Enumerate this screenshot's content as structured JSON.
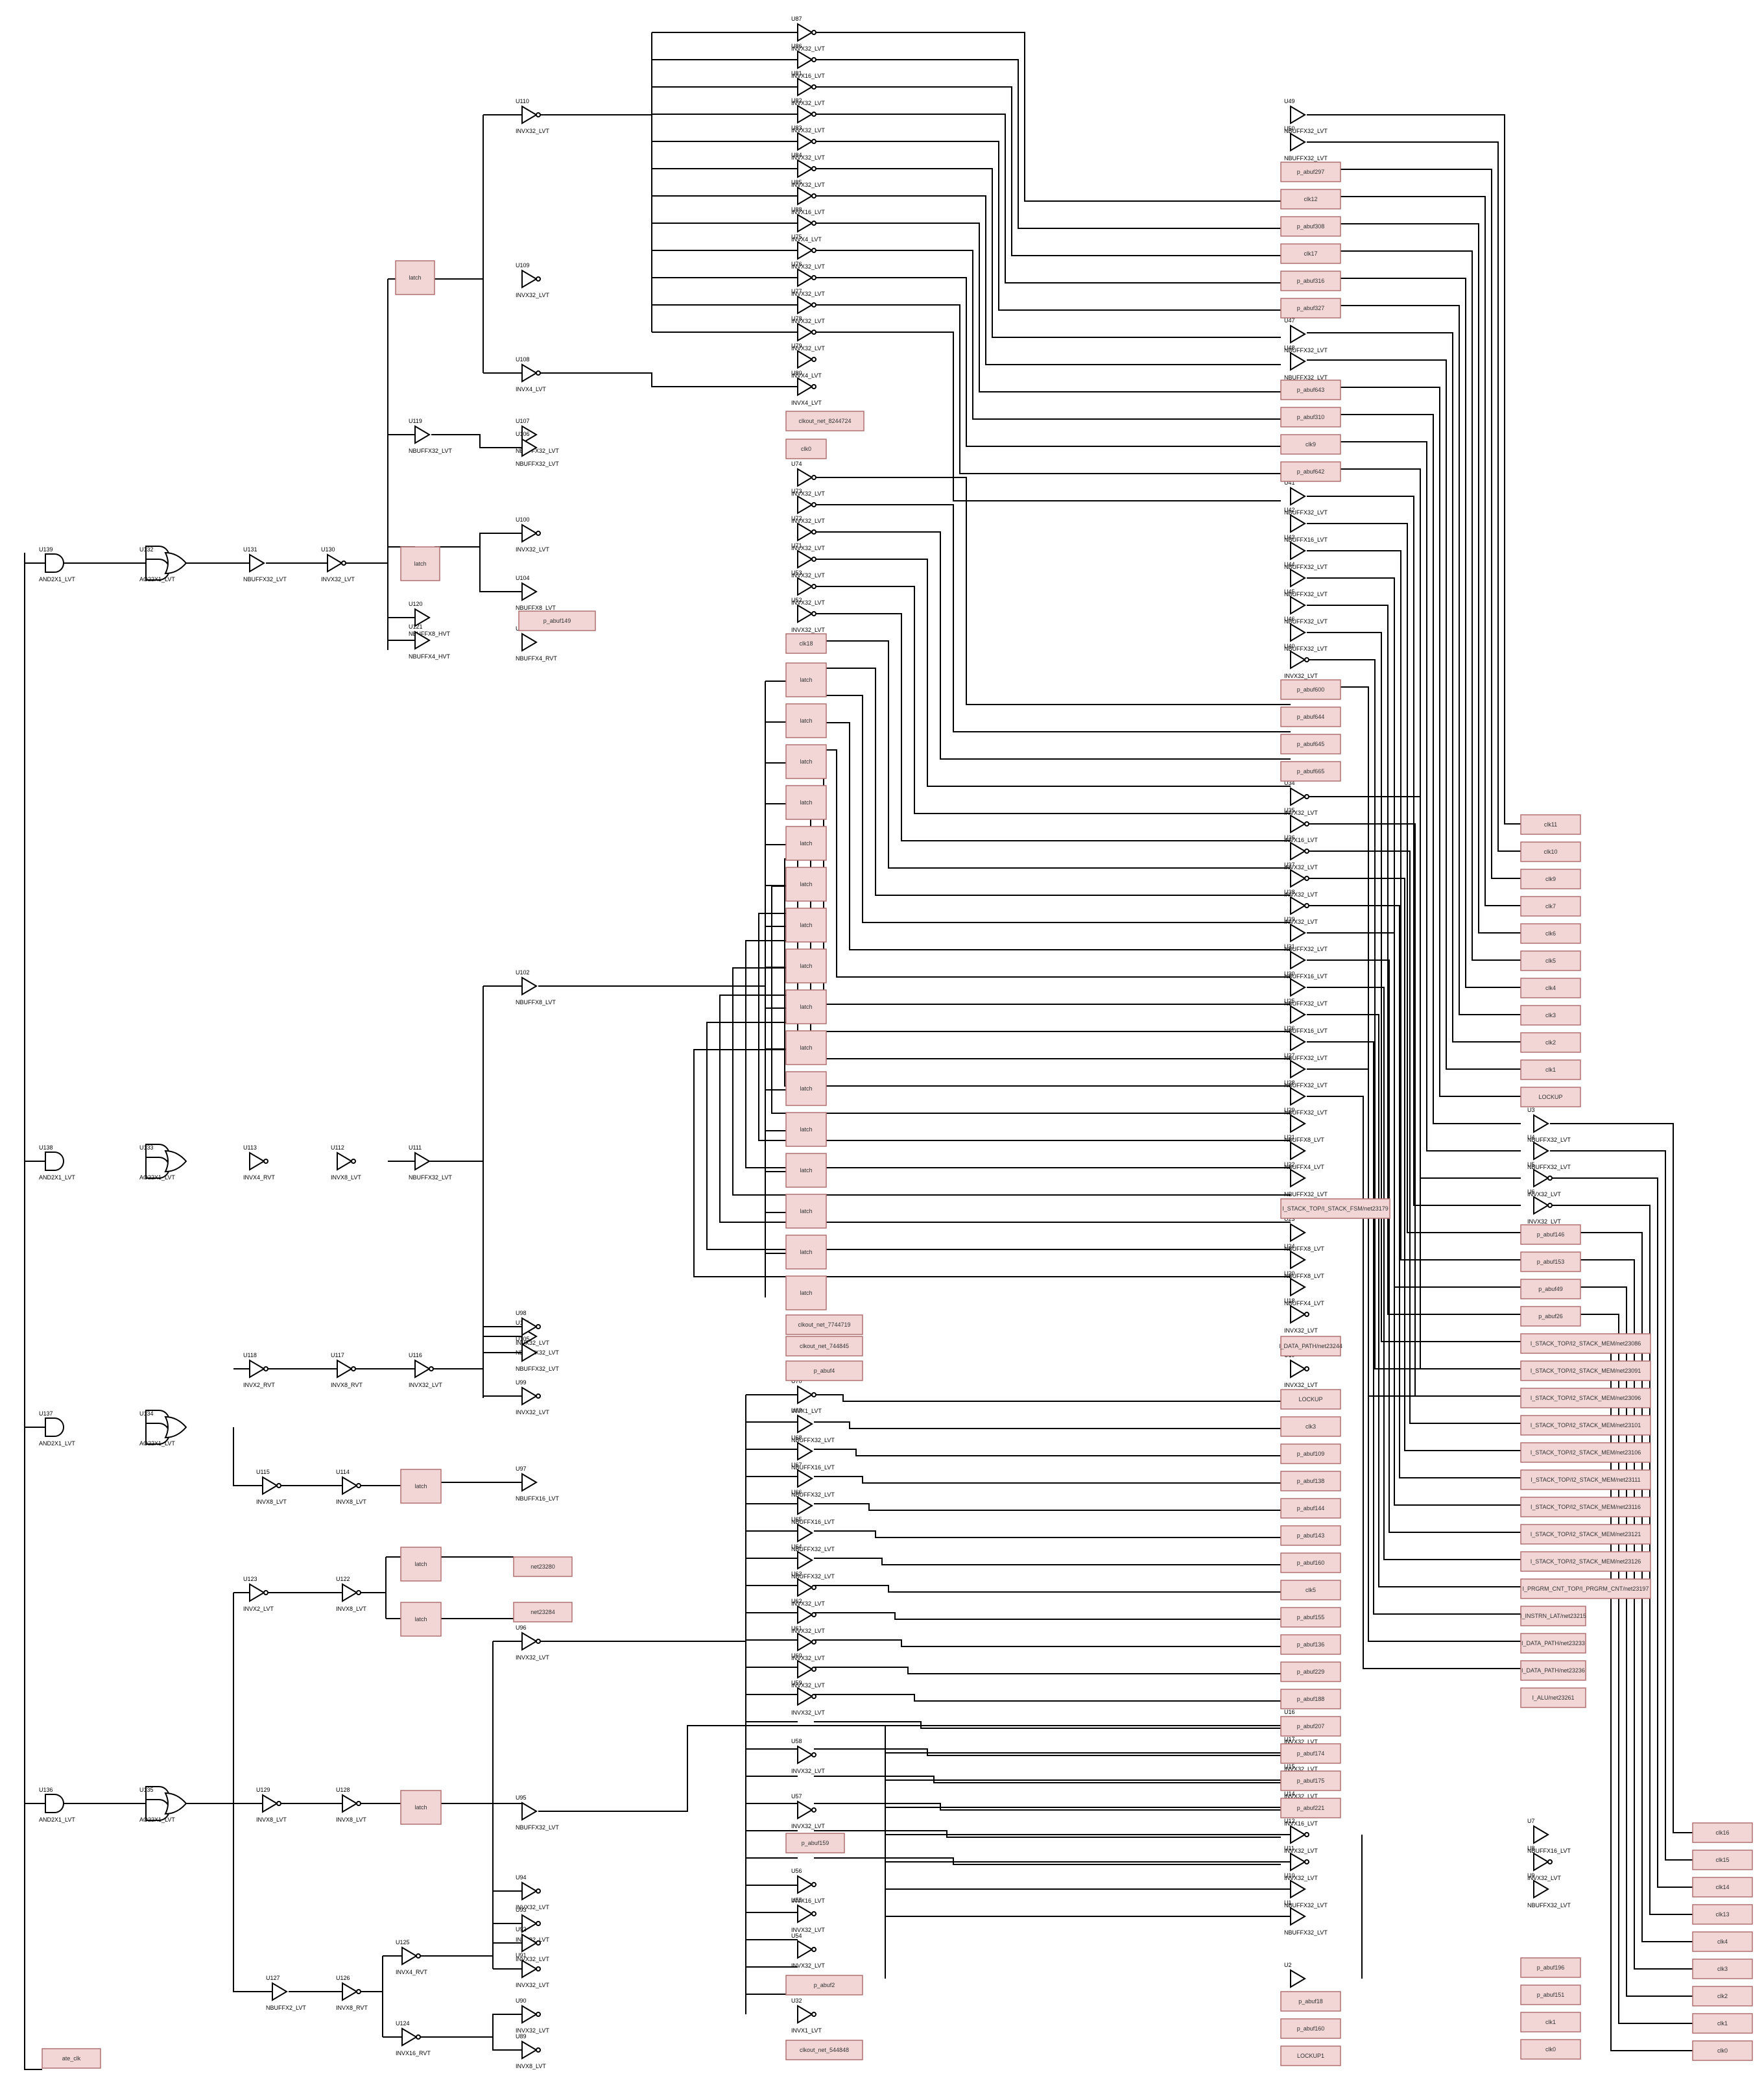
{
  "colors": {
    "background": "#ffffff",
    "wire": "#000000",
    "port_fill": "#f2d6d6",
    "port_border": "#b07070"
  },
  "gates": [
    {
      "inst": "U139",
      "cell": "AND2X1_LVT",
      "shape": "and"
    },
    {
      "inst": "U132",
      "cell": "AO22X1_LVT",
      "shape": "ao"
    },
    {
      "inst": "U131",
      "cell": "NBUFFX32_LVT",
      "shape": "buf"
    },
    {
      "inst": "U130",
      "cell": "INVX32_LVT",
      "shape": "inv"
    },
    {
      "inst": "U138",
      "cell": "AND2X1_LVT",
      "shape": "and"
    },
    {
      "inst": "U133",
      "cell": "AO22X1_LVT",
      "shape": "ao"
    },
    {
      "inst": "U113",
      "cell": "INVX4_RVT",
      "shape": "inv"
    },
    {
      "inst": "U112",
      "cell": "INVX8_LVT",
      "shape": "inv"
    },
    {
      "inst": "U111",
      "cell": "NBUFFX32_LVT",
      "shape": "buf"
    },
    {
      "inst": "U137",
      "cell": "AND2X1_LVT",
      "shape": "and"
    },
    {
      "inst": "U134",
      "cell": "AO22X1_LVT",
      "shape": "ao"
    },
    {
      "inst": "U118",
      "cell": "INVX2_RVT",
      "shape": "inv"
    },
    {
      "inst": "U117",
      "cell": "INVX8_RVT",
      "shape": "inv"
    },
    {
      "inst": "U116",
      "cell": "INVX32_LVT",
      "shape": "inv"
    },
    {
      "inst": "U115",
      "cell": "INVX8_LVT",
      "shape": "inv"
    },
    {
      "inst": "U114",
      "cell": "INVX8_LVT",
      "shape": "inv"
    },
    {
      "inst": "U123",
      "cell": "INVX2_LVT",
      "shape": "inv"
    },
    {
      "inst": "U122",
      "cell": "INVX8_LVT",
      "shape": "inv"
    },
    {
      "inst": "U136",
      "cell": "AND2X1_LVT",
      "shape": "and"
    },
    {
      "inst": "U135",
      "cell": "AO22X1_LVT",
      "shape": "ao"
    },
    {
      "inst": "U129",
      "cell": "INVX8_LVT",
      "shape": "inv"
    },
    {
      "inst": "U128",
      "cell": "INVX8_LVT",
      "shape": "inv"
    },
    {
      "inst": "U127",
      "cell": "NBUFFX2_LVT",
      "shape": "buf"
    },
    {
      "inst": "U126",
      "cell": "INVX8_RVT",
      "shape": "inv"
    },
    {
      "inst": "U125",
      "cell": "INVX4_RVT",
      "shape": "inv"
    },
    {
      "inst": "U124",
      "cell": "INVX16_RVT",
      "shape": "inv"
    },
    {
      "inst": "U110",
      "cell": "INVX32_LVT",
      "shape": "inv"
    },
    {
      "inst": "U109",
      "cell": "INVX32_LVT",
      "shape": "inv"
    },
    {
      "inst": "U108",
      "cell": "INVX4_LVT",
      "shape": "inv"
    },
    {
      "inst": "U119",
      "cell": "NBUFFX32_LVT",
      "shape": "buf"
    },
    {
      "inst": "U107",
      "cell": "NBUFFX32_LVT",
      "shape": "buf"
    },
    {
      "inst": "U106",
      "cell": "NBUFFX32_LVT",
      "shape": "buf"
    },
    {
      "inst": "U100",
      "cell": "INVX32_LVT",
      "shape": "inv"
    },
    {
      "inst": "U104",
      "cell": "NBUFFX8_LVT",
      "shape": "buf"
    },
    {
      "inst": "U120",
      "cell": "NBUFFX8_HVT",
      "shape": "buf"
    },
    {
      "inst": "U121",
      "cell": "NBUFFX4_HVT",
      "shape": "buf"
    },
    {
      "inst": "U103",
      "cell": "NBUFFX4_RVT",
      "shape": "buf"
    },
    {
      "inst": "U102",
      "cell": "NBUFFX8_LVT",
      "shape": "buf"
    },
    {
      "inst": "U101",
      "cell": "NBUFFX32_LVT",
      "shape": "buf"
    },
    {
      "inst": "U105",
      "cell": "NBUFFX32_LVT",
      "shape": "buf"
    },
    {
      "inst": "U99",
      "cell": "INVX32_LVT",
      "shape": "inv"
    },
    {
      "inst": "U98",
      "cell": "INVX32_LVT",
      "shape": "inv"
    },
    {
      "inst": "U97",
      "cell": "NBUFFX16_LVT",
      "shape": "buf"
    },
    {
      "inst": "U96",
      "cell": "INVX32_LVT",
      "shape": "inv"
    },
    {
      "inst": "U95",
      "cell": "NBUFFX32_LVT",
      "shape": "buf"
    },
    {
      "inst": "U94",
      "cell": "INVX32_LVT",
      "shape": "inv"
    },
    {
      "inst": "U93",
      "cell": "INVX32_LVT",
      "shape": "inv"
    },
    {
      "inst": "U92",
      "cell": "INVX32_LVT",
      "shape": "inv"
    },
    {
      "inst": "U91",
      "cell": "INVX32_LVT",
      "shape": "inv"
    },
    {
      "inst": "U90",
      "cell": "INVX32_LVT",
      "shape": "inv"
    },
    {
      "inst": "U89",
      "cell": "INVX8_LVT",
      "shape": "inv"
    },
    {
      "inst": "U87",
      "cell": "INVX32_LVT",
      "shape": "inv"
    },
    {
      "inst": "U86",
      "cell": "INVX16_LVT",
      "shape": "inv"
    },
    {
      "inst": "U81",
      "cell": "INVX32_LVT",
      "shape": "inv"
    },
    {
      "inst": "U82",
      "cell": "INVX32_LVT",
      "shape": "inv"
    },
    {
      "inst": "U83",
      "cell": "INVX32_LVT",
      "shape": "inv"
    },
    {
      "inst": "U84",
      "cell": "INVX32_LVT",
      "shape": "inv"
    },
    {
      "inst": "U85",
      "cell": "INVX16_LVT",
      "shape": "inv"
    },
    {
      "inst": "U88",
      "cell": "INVX4_LVT",
      "shape": "inv"
    },
    {
      "inst": "U75",
      "cell": "INVX32_LVT",
      "shape": "inv"
    },
    {
      "inst": "U76",
      "cell": "INVX32_LVT",
      "shape": "inv"
    },
    {
      "inst": "U77",
      "cell": "INVX32_LVT",
      "shape": "inv"
    },
    {
      "inst": "U78",
      "cell": "INVX32_LVT",
      "shape": "inv"
    },
    {
      "inst": "U79",
      "cell": "INVX4_LVT",
      "shape": "inv"
    },
    {
      "inst": "U80",
      "cell": "INVX4_LVT",
      "shape": "inv"
    },
    {
      "inst": "U74",
      "cell": "INVX32_LVT",
      "shape": "inv"
    },
    {
      "inst": "U73",
      "cell": "INVX32_LVT",
      "shape": "inv"
    },
    {
      "inst": "U72",
      "cell": "INVX32_LVT",
      "shape": "inv"
    },
    {
      "inst": "U71",
      "cell": "INVX32_LVT",
      "shape": "inv"
    },
    {
      "inst": "U53",
      "cell": "INVX32_LVT",
      "shape": "inv"
    },
    {
      "inst": "U52",
      "cell": "INVX32_LVT",
      "shape": "inv"
    },
    {
      "inst": "U70",
      "cell": "INVX1_LVT",
      "shape": "inv"
    },
    {
      "inst": "U69",
      "cell": "NBUFFX32_LVT",
      "shape": "buf"
    },
    {
      "inst": "U68",
      "cell": "NBUFFX16_LVT",
      "shape": "buf"
    },
    {
      "inst": "U67",
      "cell": "NBUFFX32_LVT",
      "shape": "buf"
    },
    {
      "inst": "U66",
      "cell": "NBUFFX16_LVT",
      "shape": "buf"
    },
    {
      "inst": "U65",
      "cell": "NBUFFX32_LVT",
      "shape": "buf"
    },
    {
      "inst": "U64",
      "cell": "NBUFFX32_LVT",
      "shape": "buf"
    },
    {
      "inst": "U63",
      "cell": "INVX32_LVT",
      "shape": "inv"
    },
    {
      "inst": "U62",
      "cell": "INVX32_LVT",
      "shape": "inv"
    },
    {
      "inst": "U61",
      "cell": "INVX32_LVT",
      "shape": "inv"
    },
    {
      "inst": "U60",
      "cell": "INVX32_LVT",
      "shape": "inv"
    },
    {
      "inst": "U59",
      "cell": "INVX32_LVT",
      "shape": "inv"
    },
    {
      "inst": "U58",
      "cell": "INVX32_LVT",
      "shape": "inv"
    },
    {
      "inst": "U57",
      "cell": "INVX32_LVT",
      "shape": "inv"
    },
    {
      "inst": "U56",
      "cell": "INVX16_LVT",
      "shape": "inv"
    },
    {
      "inst": "U55",
      "cell": "INVX32_LVT",
      "shape": "inv"
    },
    {
      "inst": "U54",
      "cell": "INVX32_LVT",
      "shape": "inv"
    },
    {
      "inst": "U32",
      "cell": "INVX1_LVT",
      "shape": "inv"
    },
    {
      "inst": "U49",
      "cell": "NBUFFX32_LVT",
      "shape": "buf"
    },
    {
      "inst": "U50",
      "cell": "NBUFFX32_LVT",
      "shape": "buf"
    },
    {
      "inst": "U47",
      "cell": "NBUFFX32_LVT",
      "shape": "buf"
    },
    {
      "inst": "U48",
      "cell": "NBUFFX32_LVT",
      "shape": "buf"
    },
    {
      "inst": "U41",
      "cell": "NBUFFX32_LVT",
      "shape": "buf"
    },
    {
      "inst": "U42",
      "cell": "NBUFFX16_LVT",
      "shape": "buf"
    },
    {
      "inst": "U43",
      "cell": "NBUFFX32_LVT",
      "shape": "buf"
    },
    {
      "inst": "U44",
      "cell": "NBUFFX32_LVT",
      "shape": "buf"
    },
    {
      "inst": "U45",
      "cell": "NBUFFX32_LVT",
      "shape": "buf"
    },
    {
      "inst": "U46",
      "cell": "NBUFFX32_LVT",
      "shape": "buf"
    },
    {
      "inst": "U40",
      "cell": "INVX32_LVT",
      "shape": "inv"
    },
    {
      "inst": "U34",
      "cell": "INVX32_LVT",
      "shape": "inv"
    },
    {
      "inst": "U35",
      "cell": "INVX16_LVT",
      "shape": "inv"
    },
    {
      "inst": "U36",
      "cell": "INVX32_LVT",
      "shape": "inv"
    },
    {
      "inst": "U37",
      "cell": "INVX32_LVT",
      "shape": "inv"
    },
    {
      "inst": "U38",
      "cell": "INVX32_LVT",
      "shape": "inv"
    },
    {
      "inst": "U39",
      "cell": "NBUFFX32_LVT",
      "shape": "buf"
    },
    {
      "inst": "U31",
      "cell": "NBUFFX16_LVT",
      "shape": "buf"
    },
    {
      "inst": "U30",
      "cell": "NBUFFX32_LVT",
      "shape": "buf"
    },
    {
      "inst": "U25",
      "cell": "NBUFFX16_LVT",
      "shape": "buf"
    },
    {
      "inst": "U26",
      "cell": "NBUFFX32_LVT",
      "shape": "buf"
    },
    {
      "inst": "U27",
      "cell": "NBUFFX32_LVT",
      "shape": "buf"
    },
    {
      "inst": "U28",
      "cell": "NBUFFX32_LVT",
      "shape": "buf"
    },
    {
      "inst": "U29",
      "cell": "NBUFFX8_LVT",
      "shape": "buf"
    },
    {
      "inst": "U21",
      "cell": "NBUFFX4_LVT",
      "shape": "buf"
    },
    {
      "inst": "U22",
      "cell": "NBUFFX32_LVT",
      "shape": "buf"
    },
    {
      "inst": "U23",
      "cell": "NBUFFX8_LVT",
      "shape": "buf"
    },
    {
      "inst": "U24",
      "cell": "NBUFFX8_LVT",
      "shape": "buf"
    },
    {
      "inst": "U20",
      "cell": "NBUFFX4_LVT",
      "shape": "buf"
    },
    {
      "inst": "U18",
      "cell": "INVX32_LVT",
      "shape": "inv"
    },
    {
      "inst": "U19",
      "cell": "INVX32_LVT",
      "shape": "inv"
    },
    {
      "inst": "U16",
      "cell": "INVX32_LVT",
      "shape": "inv"
    },
    {
      "inst": "U17",
      "cell": "INVX32_LVT",
      "shape": "inv"
    },
    {
      "inst": "U15",
      "cell": "INVX32_LVT",
      "shape": "inv"
    },
    {
      "inst": "U14",
      "cell": "INVX16_LVT",
      "shape": "inv"
    },
    {
      "inst": "U12",
      "cell": "INVX32_LVT",
      "shape": "inv"
    },
    {
      "inst": "U11",
      "cell": "INVX32_LVT",
      "shape": "inv"
    },
    {
      "inst": "U10",
      "cell": "NBUFFX32_LVT",
      "shape": "buf"
    },
    {
      "inst": "U1",
      "cell": "NBUFFX32_LVT",
      "shape": "buf"
    },
    {
      "inst": "U2",
      "cell": "NBUFFX32_LVT",
      "shape": "buf"
    },
    {
      "inst": "U3",
      "cell": "NBUFFX32_LVT",
      "shape": "buf"
    },
    {
      "inst": "U4",
      "cell": "NBUFFX32_LVT",
      "shape": "buf"
    },
    {
      "inst": "U5",
      "cell": "INVX32_LVT",
      "shape": "inv"
    },
    {
      "inst": "U6",
      "cell": "INVX32_LVT",
      "shape": "inv"
    },
    {
      "inst": "U7",
      "cell": "NBUFFX16_LVT",
      "shape": "buf"
    },
    {
      "inst": "U8",
      "cell": "INVX32_LVT",
      "shape": "inv"
    },
    {
      "inst": "U9",
      "cell": "NBUFFX32_LVT",
      "shape": "buf"
    }
  ],
  "ports": [
    "latch",
    "latch",
    "latch",
    "latch",
    "latch",
    "latch",
    "latch",
    "latch",
    "latch",
    "latch",
    "latch",
    "latch",
    "latch",
    "latch",
    "latch",
    "latch",
    "latch",
    "latch",
    "latch",
    "latch",
    "latch",
    "latch",
    "clkout_net_8244724",
    "clk0",
    "p_abuf149",
    "clk18",
    "clkout_net_7744719",
    "clkout_net_744845",
    "p_abuf4",
    "net23280",
    "net23284",
    "p_abuf159",
    "p_abuf2",
    "clkout_net_544848",
    "p_abuf297",
    "clk12",
    "p_abuf308",
    "clk17",
    "p_abuf316",
    "p_abuf327",
    "p_abuf643",
    "p_abuf310",
    "clk9",
    "p_abuf642",
    "p_abuf600",
    "p_abuf644",
    "p_abuf645",
    "p_abuf665",
    "I_STACK_TOP/I_STACK_FSM/net23179",
    "I_DATA_PATH/net23244",
    "LOCKUP",
    "clk3",
    "p_abuf109",
    "p_abuf138",
    "p_abuf144",
    "p_abuf143",
    "p_abuf160",
    "clk5",
    "p_abuf155",
    "p_abuf136",
    "p_abuf229",
    "p_abuf188",
    "p_abuf207",
    "p_abuf174",
    "p_abuf175",
    "p_abuf221",
    "p_abuf18",
    "p_abuf160",
    "LOCKUP1",
    "clk11",
    "clk10",
    "clk9",
    "clk7",
    "clk6",
    "clk5",
    "clk4",
    "clk3",
    "clk2",
    "clk1",
    "LOCKUP",
    "p_abuf146",
    "p_abuf153",
    "p_abuf49",
    "p_abuf26",
    "I_STACK_TOP/I2_STACK_MEM/net23086",
    "I_STACK_TOP/I2_STACK_MEM/net23091",
    "I_STACK_TOP/I2_STACK_MEM/net23096",
    "I_STACK_TOP/I2_STACK_MEM/net23101",
    "I_STACK_TOP/I2_STACK_MEM/net23106",
    "I_STACK_TOP/I2_STACK_MEM/net23111",
    "I_STACK_TOP/I2_STACK_MEM/net23116",
    "I_STACK_TOP/I2_STACK_MEM/net23121",
    "I_STACK_TOP/I2_STACK_MEM/net23126",
    "I_PRGRM_CNT_TOP/I_PRGRM_CNT/net23197",
    "I_INSTRN_LAT/net23215",
    "I_DATA_PATH/net23233",
    "I_DATA_PATH/net23236",
    "I_ALU/net23261",
    "p_abuf196",
    "p_abuf151",
    "clk1",
    "clk0",
    "clk16",
    "clk15",
    "clk14",
    "clk13",
    "clk4",
    "clk3",
    "clk2",
    "clk1",
    "clk0",
    "ate_clk"
  ]
}
